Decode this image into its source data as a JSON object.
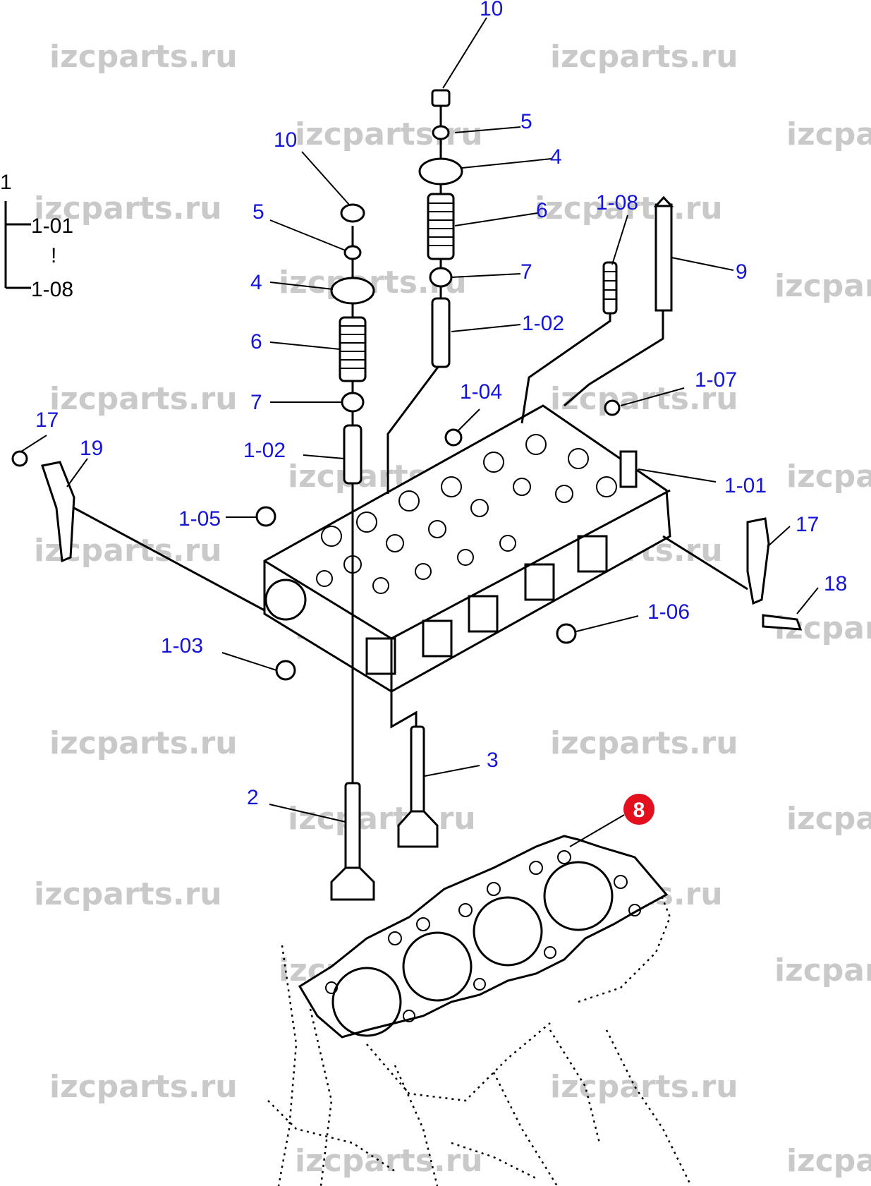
{
  "watermark": "izcparts.ru",
  "colors": {
    "label": "#1515d8",
    "highlight": "#e3101d",
    "watermark": "#c9c9c9"
  },
  "bracket": {
    "top": "1",
    "from": "1-01",
    "sep": "!",
    "to": "1-08"
  },
  "labels": {
    "l10a": "10",
    "l5a": "5",
    "l4a": "4",
    "l6a": "6",
    "l7a": "7",
    "l102a": "1-02",
    "l10b": "10",
    "l5b": "5",
    "l4b": "4",
    "l6b": "6",
    "l7b": "7",
    "l102b": "1-02",
    "l108": "1-08",
    "l9": "9",
    "l107": "1-07",
    "l104": "1-04",
    "l101": "1-01",
    "l105": "1-05",
    "l17a": "17",
    "l19": "19",
    "l17b": "17",
    "l18": "18",
    "l106": "1-06",
    "l103": "1-03",
    "l3": "3",
    "l2": "2"
  },
  "highlighted_part": "8"
}
